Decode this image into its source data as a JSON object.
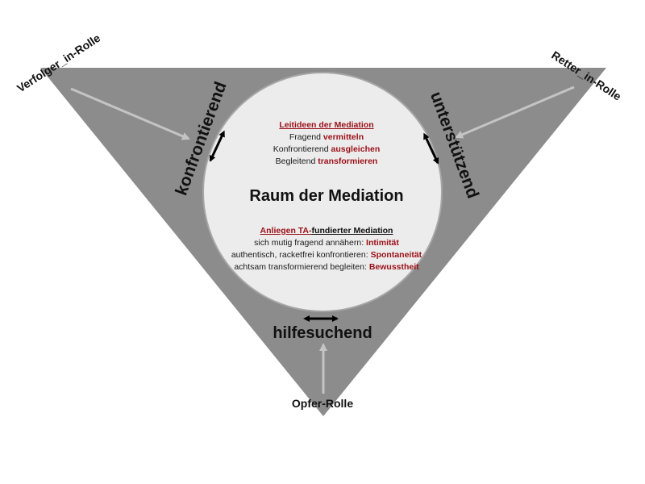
{
  "roles": {
    "left": "Verfolger_in-Rolle",
    "right": "Retter_in-Rolle",
    "bottom": "Opfer-Rolle"
  },
  "sides": {
    "left": "konfrontierend",
    "right": "unterstützend",
    "bottom": "hilfesuchend"
  },
  "center": {
    "title": "Raum der Mediation",
    "ideas": {
      "heading": "Leitideen der Mediation",
      "lines": [
        {
          "text": "Fragend ",
          "accent": "vermitteln"
        },
        {
          "text": "Konfrontierend ",
          "accent": "ausgleichen"
        },
        {
          "text": "Begleitend ",
          "accent": "transformieren"
        }
      ]
    },
    "concerns": {
      "heading_part1": "Anliegen TA-",
      "heading_part2": "fundierter Mediation",
      "lines": [
        {
          "text": "sich mutig fragend annähern: ",
          "accent": "Intimität"
        },
        {
          "text": "authentisch, racketfrei konfrontieren: ",
          "accent": "Spontaneität"
        },
        {
          "text": "achtsam transformierend begleiten: ",
          "accent": "Bewusstheit"
        }
      ]
    }
  },
  "colors": {
    "triangle": "#8c8c8c",
    "circle": "#ececec",
    "accent": "#9b0f17",
    "arrow": "#bdbdbd"
  }
}
